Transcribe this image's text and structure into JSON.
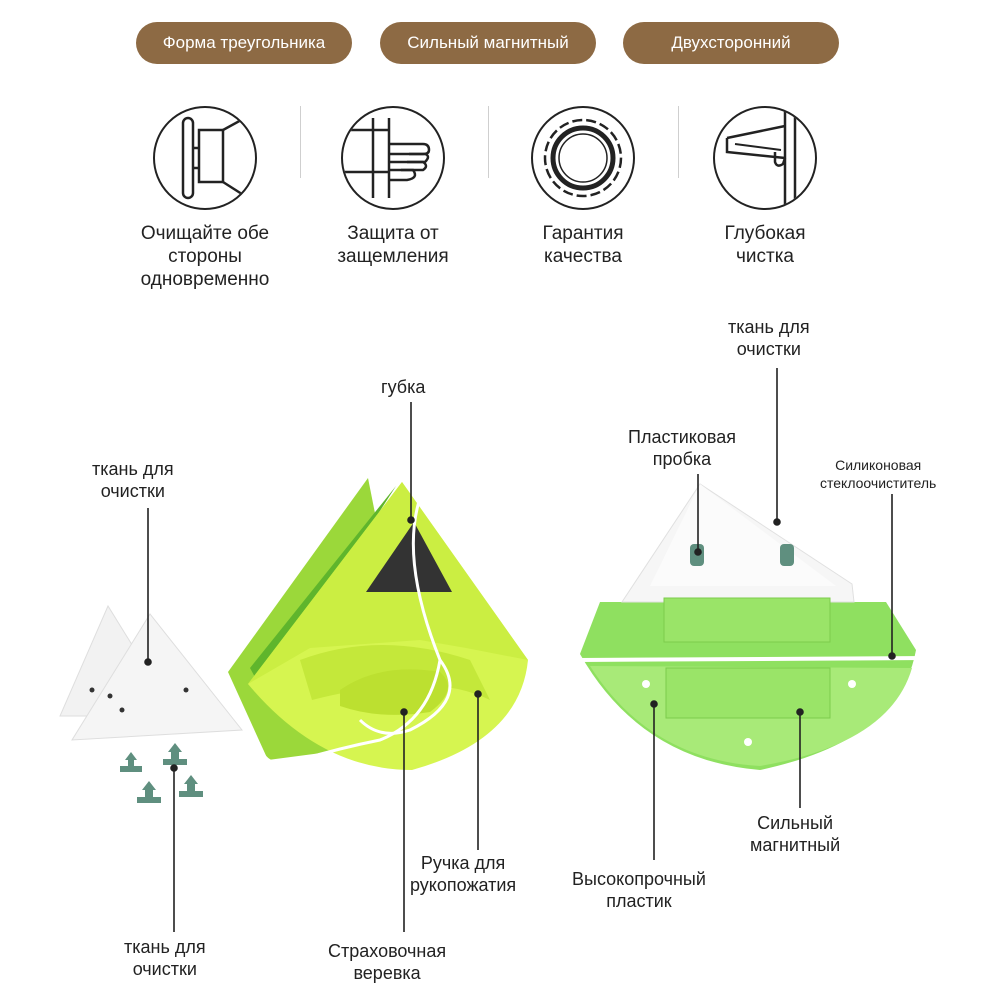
{
  "tags": [
    "Форма треугольника",
    "Сильный магнитный",
    "Двухсторонний"
  ],
  "features": [
    {
      "icon": "double-glass-icon",
      "text": "Очищайте обе\nстороны\nодновременно"
    },
    {
      "icon": "hand-pinch-icon",
      "text": "Защита от\nзащемления"
    },
    {
      "icon": "quality-seal-icon",
      "text": "Гарантия\nкачества"
    },
    {
      "icon": "squeegee-icon",
      "text": "Глубокая\nчистка"
    }
  ],
  "callouts": {
    "cloth_top_left": "ткань для\nочистки",
    "sponge": "губка",
    "cloth_bottom_left": "ткань для\nочистки",
    "safety_rope": "Страховочная\nверевка",
    "handle": "Ручка для\nрукопожатия",
    "cloth_right": "ткань для\nочистки",
    "plastic_plug": "Пластиковая\nпробка",
    "silicone_wiper": "Силиконовая\nстеклоочиститель",
    "strong_magnetic": "Сильный\nмагнитный",
    "high_strength_plastic": "Высокопрочный\nпластик"
  },
  "colors": {
    "tag_bg": "#8d6a44",
    "device_green": "#c8f03c",
    "device_green_dark": "#7fc23a",
    "device_green_light": "#a6e86e",
    "cloth": "#f4f4f4",
    "plug": "#5f8f7f"
  }
}
